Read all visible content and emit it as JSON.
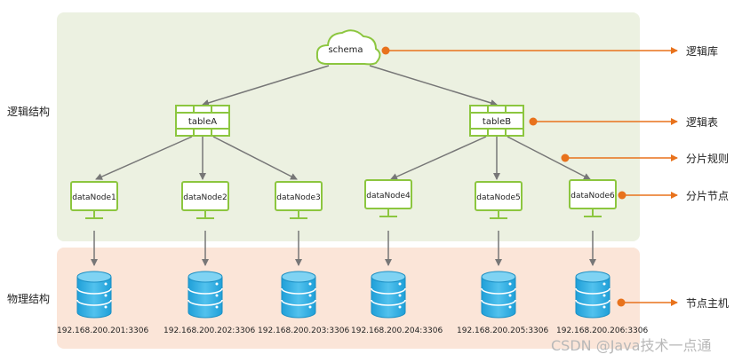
{
  "sections": {
    "logical": "逻辑结构",
    "physical": "物理结构"
  },
  "schema": {
    "label": "schema"
  },
  "tables": [
    "tableA",
    "tableB"
  ],
  "datanodes": [
    "dataNode1",
    "dataNode2",
    "dataNode3",
    "dataNode4",
    "dataNode5",
    "dataNode6"
  ],
  "hosts": [
    "192.168.200.201:3306",
    "192.168.200.202:3306",
    "192.168.200.203:3306",
    "192.168.200.204:3306",
    "192.168.200.205:3306",
    "192.168.200.206:3306"
  ],
  "legend": {
    "logical_db": "逻辑库",
    "logical_table": "逻辑表",
    "shard_rule": "分片规则",
    "shard_node": "分片节点",
    "node_host": "节点主机"
  },
  "watermark": "CSDN @Java技术一点通",
  "colors": {
    "green": "#8cc63f",
    "orange": "#e8721c",
    "blue": "#2aa8e0",
    "gray_arrow": "#777777"
  }
}
